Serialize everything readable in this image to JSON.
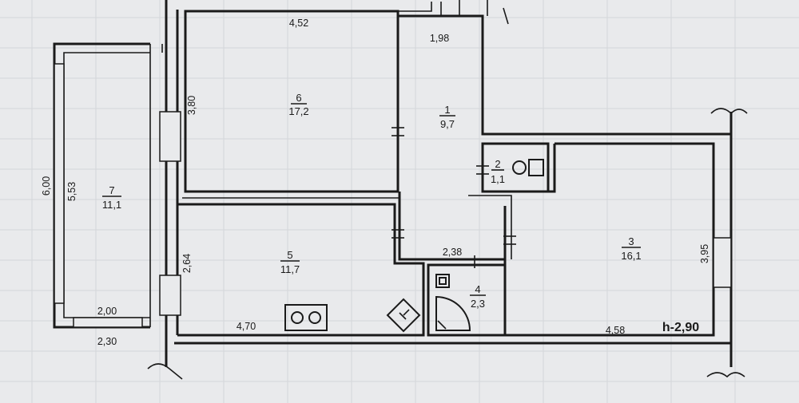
{
  "rooms": [
    {
      "number": "1",
      "area": "9,7"
    },
    {
      "number": "2",
      "area": "1,1"
    },
    {
      "number": "3",
      "area": "16,1"
    },
    {
      "number": "4",
      "area": "2,3"
    },
    {
      "number": "5",
      "area": "11,7"
    },
    {
      "number": "6",
      "area": "17,2"
    },
    {
      "number": "7",
      "area": "11,1"
    }
  ],
  "dimensions": {
    "room6_width": "4,52",
    "room6_depth": "3,80",
    "room1_width": "1,98",
    "room7_length_outer": "6,00",
    "room7_length_inner": "5,53",
    "room7_width_inner": "2,00",
    "room7_width_outer": "2,30",
    "room5_depth": "2,64",
    "room5_width": "4,70",
    "corridor_width": "2,38",
    "room3_depth": "3,95",
    "room3_width": "4,58"
  },
  "ceiling_height": "h-2,90"
}
